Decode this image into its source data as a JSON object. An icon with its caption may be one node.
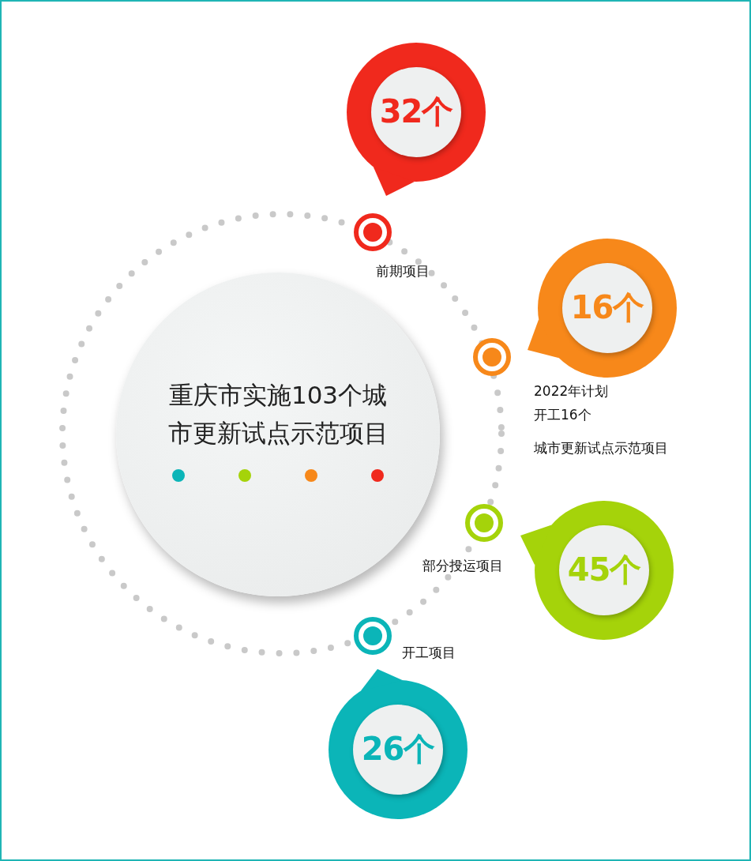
{
  "diagram": {
    "nodes": [
      {
        "text": [
          "重庆市实施103个城市更新试点示范项目"
        ]
      },
      {
        "text": [
          "32个"
        ]
      },
      {
        "text": [],
        "shape": "circle"
      },
      {
        "text": [
          "16个"
        ]
      },
      {
        "text": [],
        "shape": "circle"
      },
      {
        "text": [],
        "shape": "circle"
      },
      {
        "text": [
          "45个"
        ]
      },
      {
        "text": [],
        "shape": "circle"
      },
      {
        "text": [
          "26个"
        ]
      }
    ],
    "labels": [
      "前期项目",
      "2022年计划",
      "开工16个",
      "城市更新试点示范项目",
      "部分投运项目",
      "开工项目"
    ]
  }
}
